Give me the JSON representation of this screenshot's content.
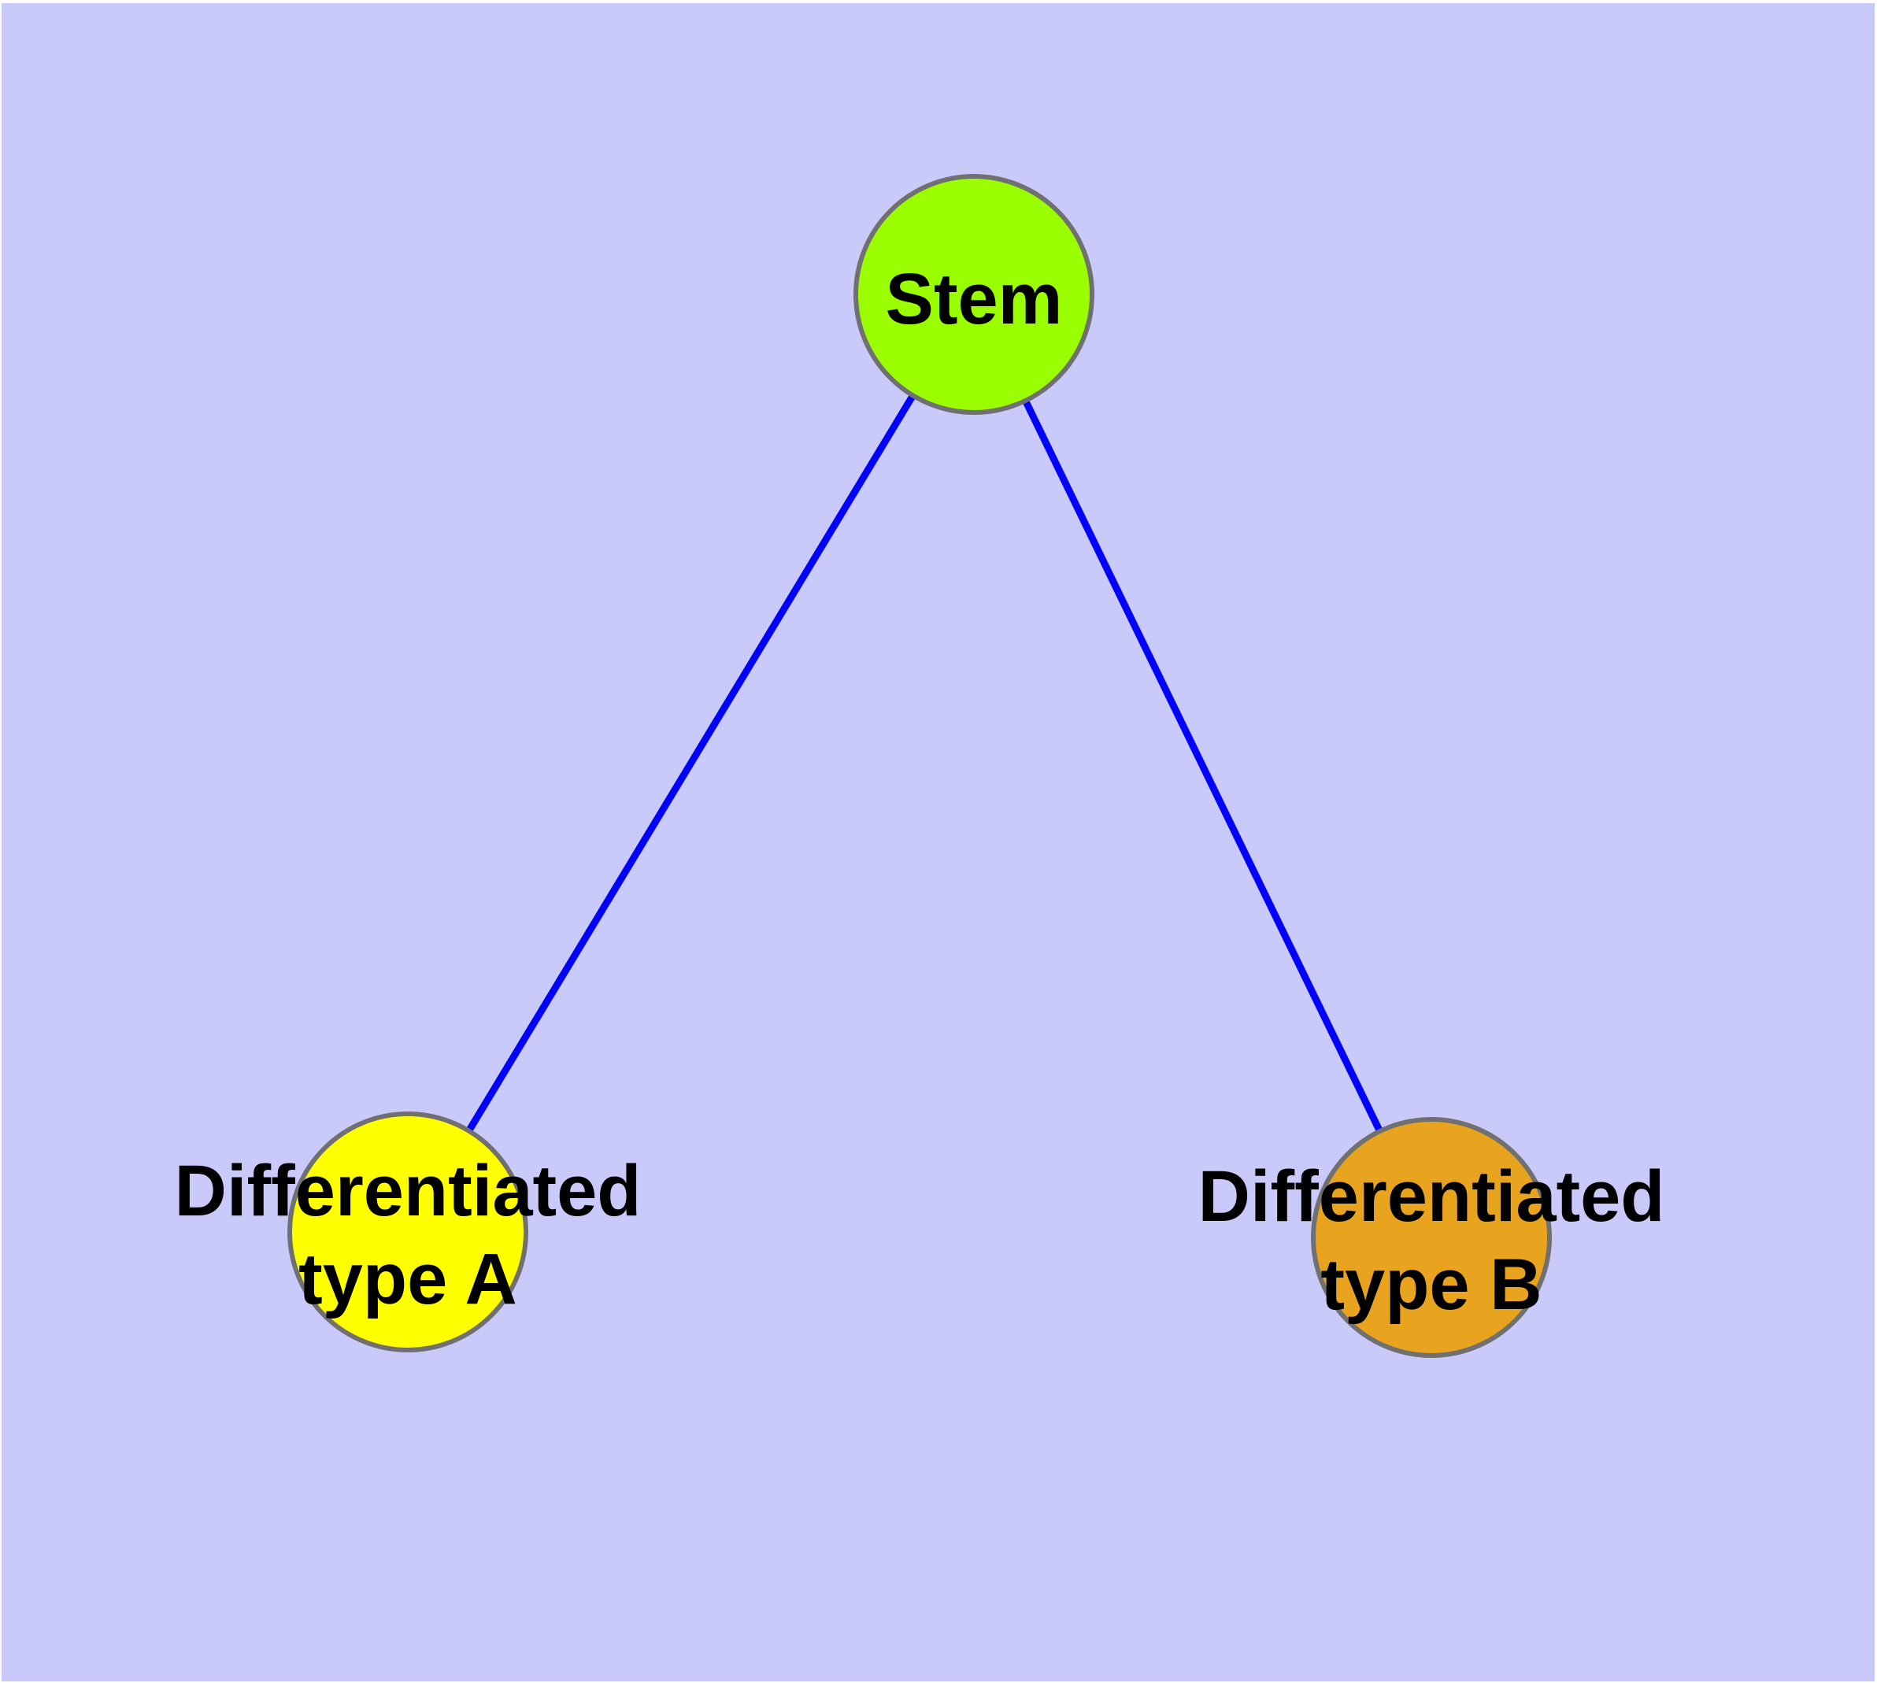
{
  "diagram": {
    "type": "node-link-graph",
    "background_color": "#C9C9FA",
    "edge_color": "#0000FF",
    "node_border_color": "#707070",
    "label_color": "#000000",
    "nodes": [
      {
        "id": "stem",
        "label": "Stem",
        "color": "#9AFE00"
      },
      {
        "id": "differentiated-type-a",
        "label": "Differentiated type A",
        "label_line1": "Differentiated",
        "label_line2": "type A",
        "color": "#FFFF00"
      },
      {
        "id": "differentiated-type-b",
        "label": "Differentiated type B",
        "label_line1": "Differentiated",
        "label_line2": "type B",
        "color": "#E8A41E"
      }
    ],
    "edges": [
      {
        "from": "Stem",
        "to": "Differentiated type A"
      },
      {
        "from": "Stem",
        "to": "Differentiated type B"
      }
    ]
  }
}
